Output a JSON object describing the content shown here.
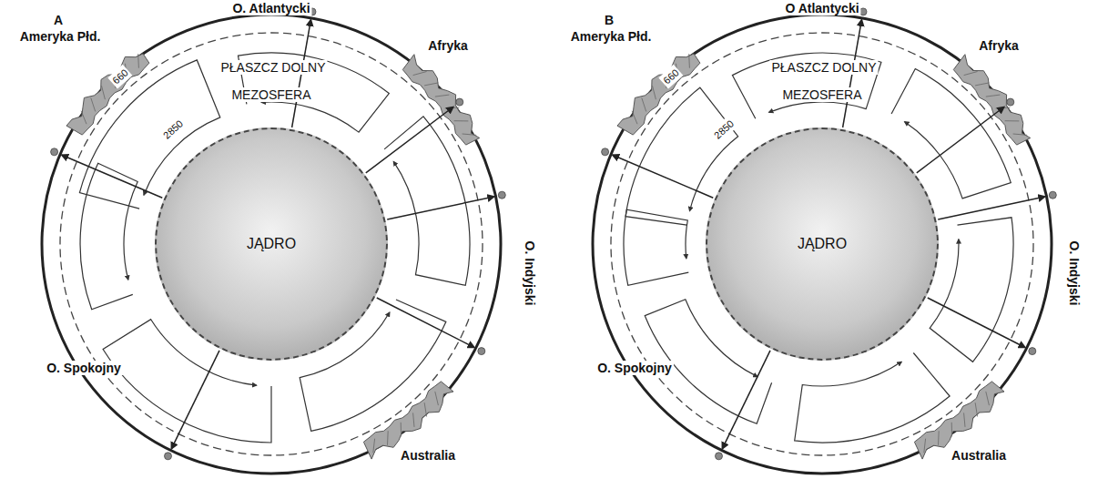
{
  "diagram": {
    "nodes": [
      {
        "text": [
          "JĄDRO"
        ]
      },
      {
        "text": [
          "JĄDRO"
        ]
      }
    ],
    "labels": [
      "A",
      "O. Atlantycki",
      "Ameryka Płd.",
      "Afryka",
      "PŁASZCZ DOLNY",
      "MEZOSFERA",
      "660",
      "2850",
      "O. Indyjski",
      "O. Spokojny",
      "Australia",
      "B",
      "O Atlantycki",
      "Ameryka Płd.",
      "Afryka",
      "PŁASZCZ DOLNY",
      "MEZOSFERA",
      "660",
      "2850",
      "O. Indyjski",
      "O. Spokojny",
      "Australia"
    ]
  }
}
